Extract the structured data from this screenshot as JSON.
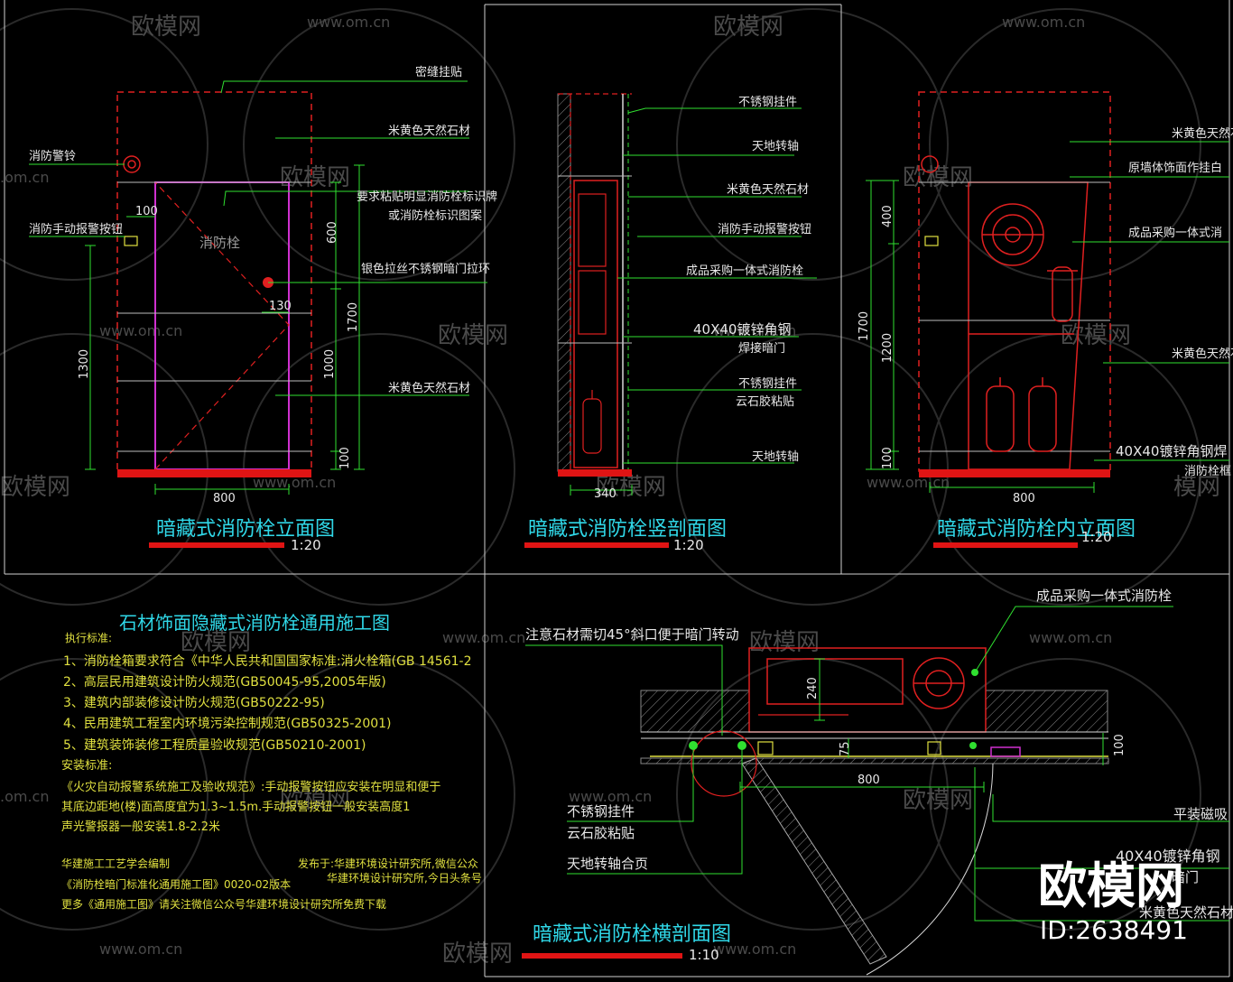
{
  "watermark": {
    "brand": "欧模网",
    "site": "www.om.cn",
    "site_short": ".om.cn",
    "brand_partial": "模网",
    "id": "ID:2638491"
  },
  "panel1": {
    "title": "暗藏式消防栓立面图",
    "scale": "1:20",
    "center_label": "消防栓",
    "labels": {
      "l1": "密缝挂贴",
      "l2": "米黄色天然石材",
      "l3": "消防警铃",
      "l4a": "要求粘贴明显消防栓标识牌",
      "l4b": "或消防栓标识图案",
      "l5": "消防手动报警按钮",
      "l6": "银色拉丝不锈钢暗门拉环",
      "l7": "米黄色天然石材"
    },
    "dims": {
      "d100a": "100",
      "d600": "600",
      "d130": "130",
      "d1300": "1300",
      "d1700": "1700",
      "d1000": "1000",
      "d100b": "100",
      "d800": "800"
    }
  },
  "panel2": {
    "title": "暗藏式消防栓竖剖面图",
    "scale": "1:20",
    "labels": {
      "l1": "不锈钢挂件",
      "l2": "天地转轴",
      "l3": "米黄色天然石材",
      "l4": "消防手动报警按钮",
      "l5": "成品采购一体式消防栓",
      "l6a": "40X40镀锌角钢",
      "l6b": "焊接暗门",
      "l7a": "不锈钢挂件",
      "l7b": "云石胶粘贴",
      "l8": "天地转轴"
    },
    "dims": {
      "d340": "340"
    }
  },
  "panel3": {
    "title": "暗藏式消防栓内立面图",
    "scale": "1:20",
    "labels": {
      "l1": "米黄色天然石",
      "l2": "原墙体饰面作挂白",
      "l3": "成品采购一体式消",
      "l4": "米黄色天然石",
      "l5a": "40X40镀锌角钢焊",
      "l5b": "消防栓框"
    },
    "dims": {
      "d400": "400",
      "d1700": "1700",
      "d1200": "1200",
      "d100": "100",
      "d800": "800"
    }
  },
  "notes": {
    "title": "石材饰面隐藏式消防栓通用施工图",
    "std_head": "执行标准:",
    "std": [
      "1、消防栓箱要求符合《中华人民共和国国家标准:消火栓箱(GB 14561-2",
      "2、高层民用建筑设计防火规范(GB50045-95,2005年版)",
      "3、建筑内部装修设计防火规范(GB50222-95)",
      "4、民用建筑工程室内环境污染控制规范(GB50325-2001)",
      "5、建筑装饰装修工程质量验收规范(GB50210-2001)"
    ],
    "install_head": "安装标准:",
    "install": [
      "《火灾自动报警系统施工及验收规范》:手动报警按钮应安装在明显和便于",
      "其底边距地(楼)面高度宜为1.3~1.5m.手动报警按钮一般安装高度1",
      "声光警报器一般安装1.8-2.2米"
    ],
    "footer": [
      "华建施工工艺学会编制",
      "《消防栓暗门标准化通用施工图》0020-02版本",
      "更多《通用施工图》请关注微信公众号华建环境设计研究所免费下载"
    ],
    "publish": [
      "发布于:华建环境设计研究所,微信公众",
      "华建环境设计研究所,今日头条号"
    ]
  },
  "panel4": {
    "title": "暗藏式消防栓横剖面图",
    "scale": "1:10",
    "labels": {
      "l1": "成品采购一体式消防栓",
      "l2": "注意石材需切45°斜口便于暗门转动",
      "l3a": "不锈钢挂件",
      "l3b": "云石胶粘贴",
      "l4": "天地转轴合页",
      "l5": "平装磁吸",
      "l6a": "40X40镀锌角钢",
      "l6b": "暗门",
      "l7": "米黄色天然石材"
    },
    "dims": {
      "d240": "240",
      "d75": "75",
      "d100": "100",
      "d800": "800"
    }
  }
}
